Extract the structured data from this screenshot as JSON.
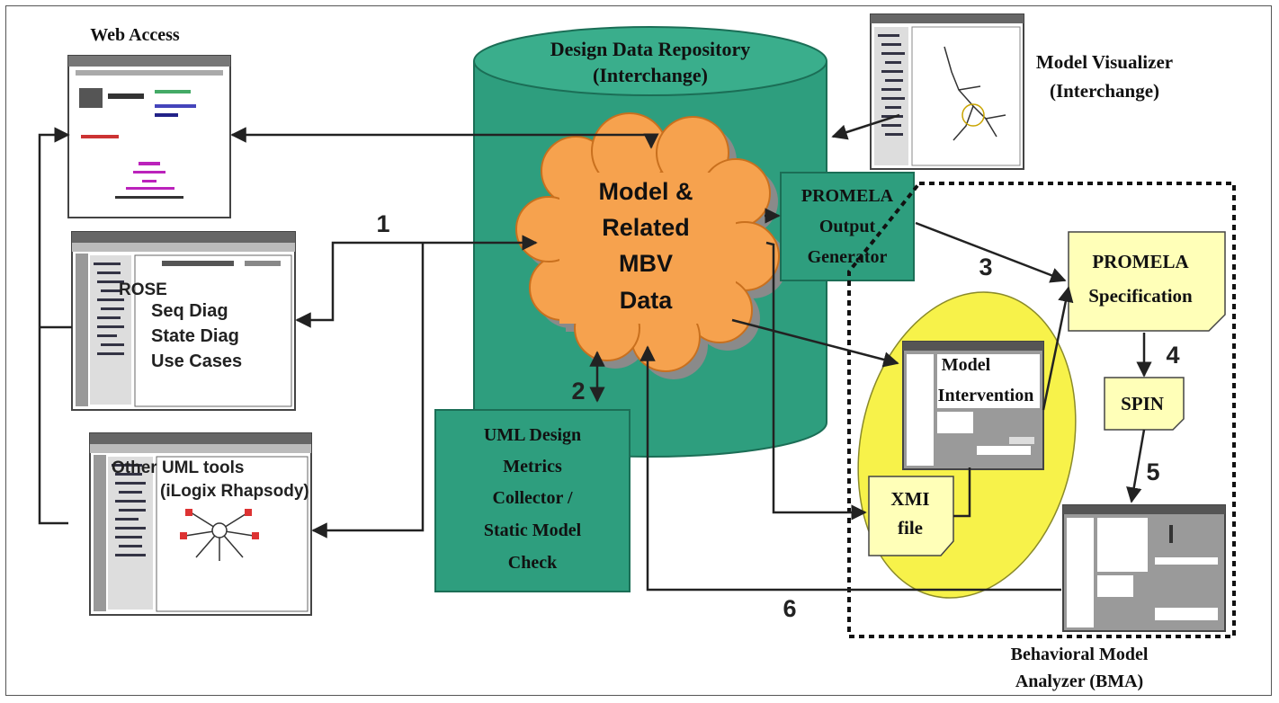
{
  "colors": {
    "repository_fill": "#2e9e7e",
    "repository_dark": "#1f7d62",
    "box_fill": "#2e9e7e",
    "cloud_fill": "#f6a24e",
    "cloud_shadow": "#8a8a8a",
    "note_fill": "#ffffb8",
    "ellipse_fill": "#f7f24a",
    "screen_bg": "#9a9a9a",
    "arrow": "#222222"
  },
  "labels": {
    "web_access": "Web Access",
    "repository_line1": "Design Data Repository",
    "repository_line2": "(Interchange)",
    "visualizer_line1": "Model Visualizer",
    "visualizer_line2": "(Interchange)",
    "cloud_line1": "Model &",
    "cloud_line2": "Related",
    "cloud_line3": "MBV",
    "cloud_line4": "Data",
    "promela_gen_line1": "PROMELA",
    "promela_gen_line2": "Output",
    "promela_gen_line3": "Generator",
    "promela_spec_line1": "PROMELA",
    "promela_spec_line2": "Specification",
    "spin": "SPIN",
    "uml_line1": "UML Design",
    "uml_line2": "Metrics",
    "uml_line3": "Collector /",
    "uml_line4": "Static Model",
    "uml_line5": "Check",
    "rose": "ROSE",
    "rose_item1": "Seq Diag",
    "rose_item2": "State Diag",
    "rose_item3": "Use Cases",
    "other_uml_line1": "Other UML tools",
    "other_uml_line2": "(iLogix Rhapsody)",
    "model_intervention_line1": "Model",
    "model_intervention_line2": "Intervention",
    "xmi_line1": "XMI",
    "xmi_line2": "file",
    "bma_line1": "Behavioral Model",
    "bma_line2": "Analyzer (BMA)",
    "step1": "1",
    "step2": "2",
    "step3": "3",
    "step4": "4",
    "step5": "5",
    "step6": "6"
  }
}
